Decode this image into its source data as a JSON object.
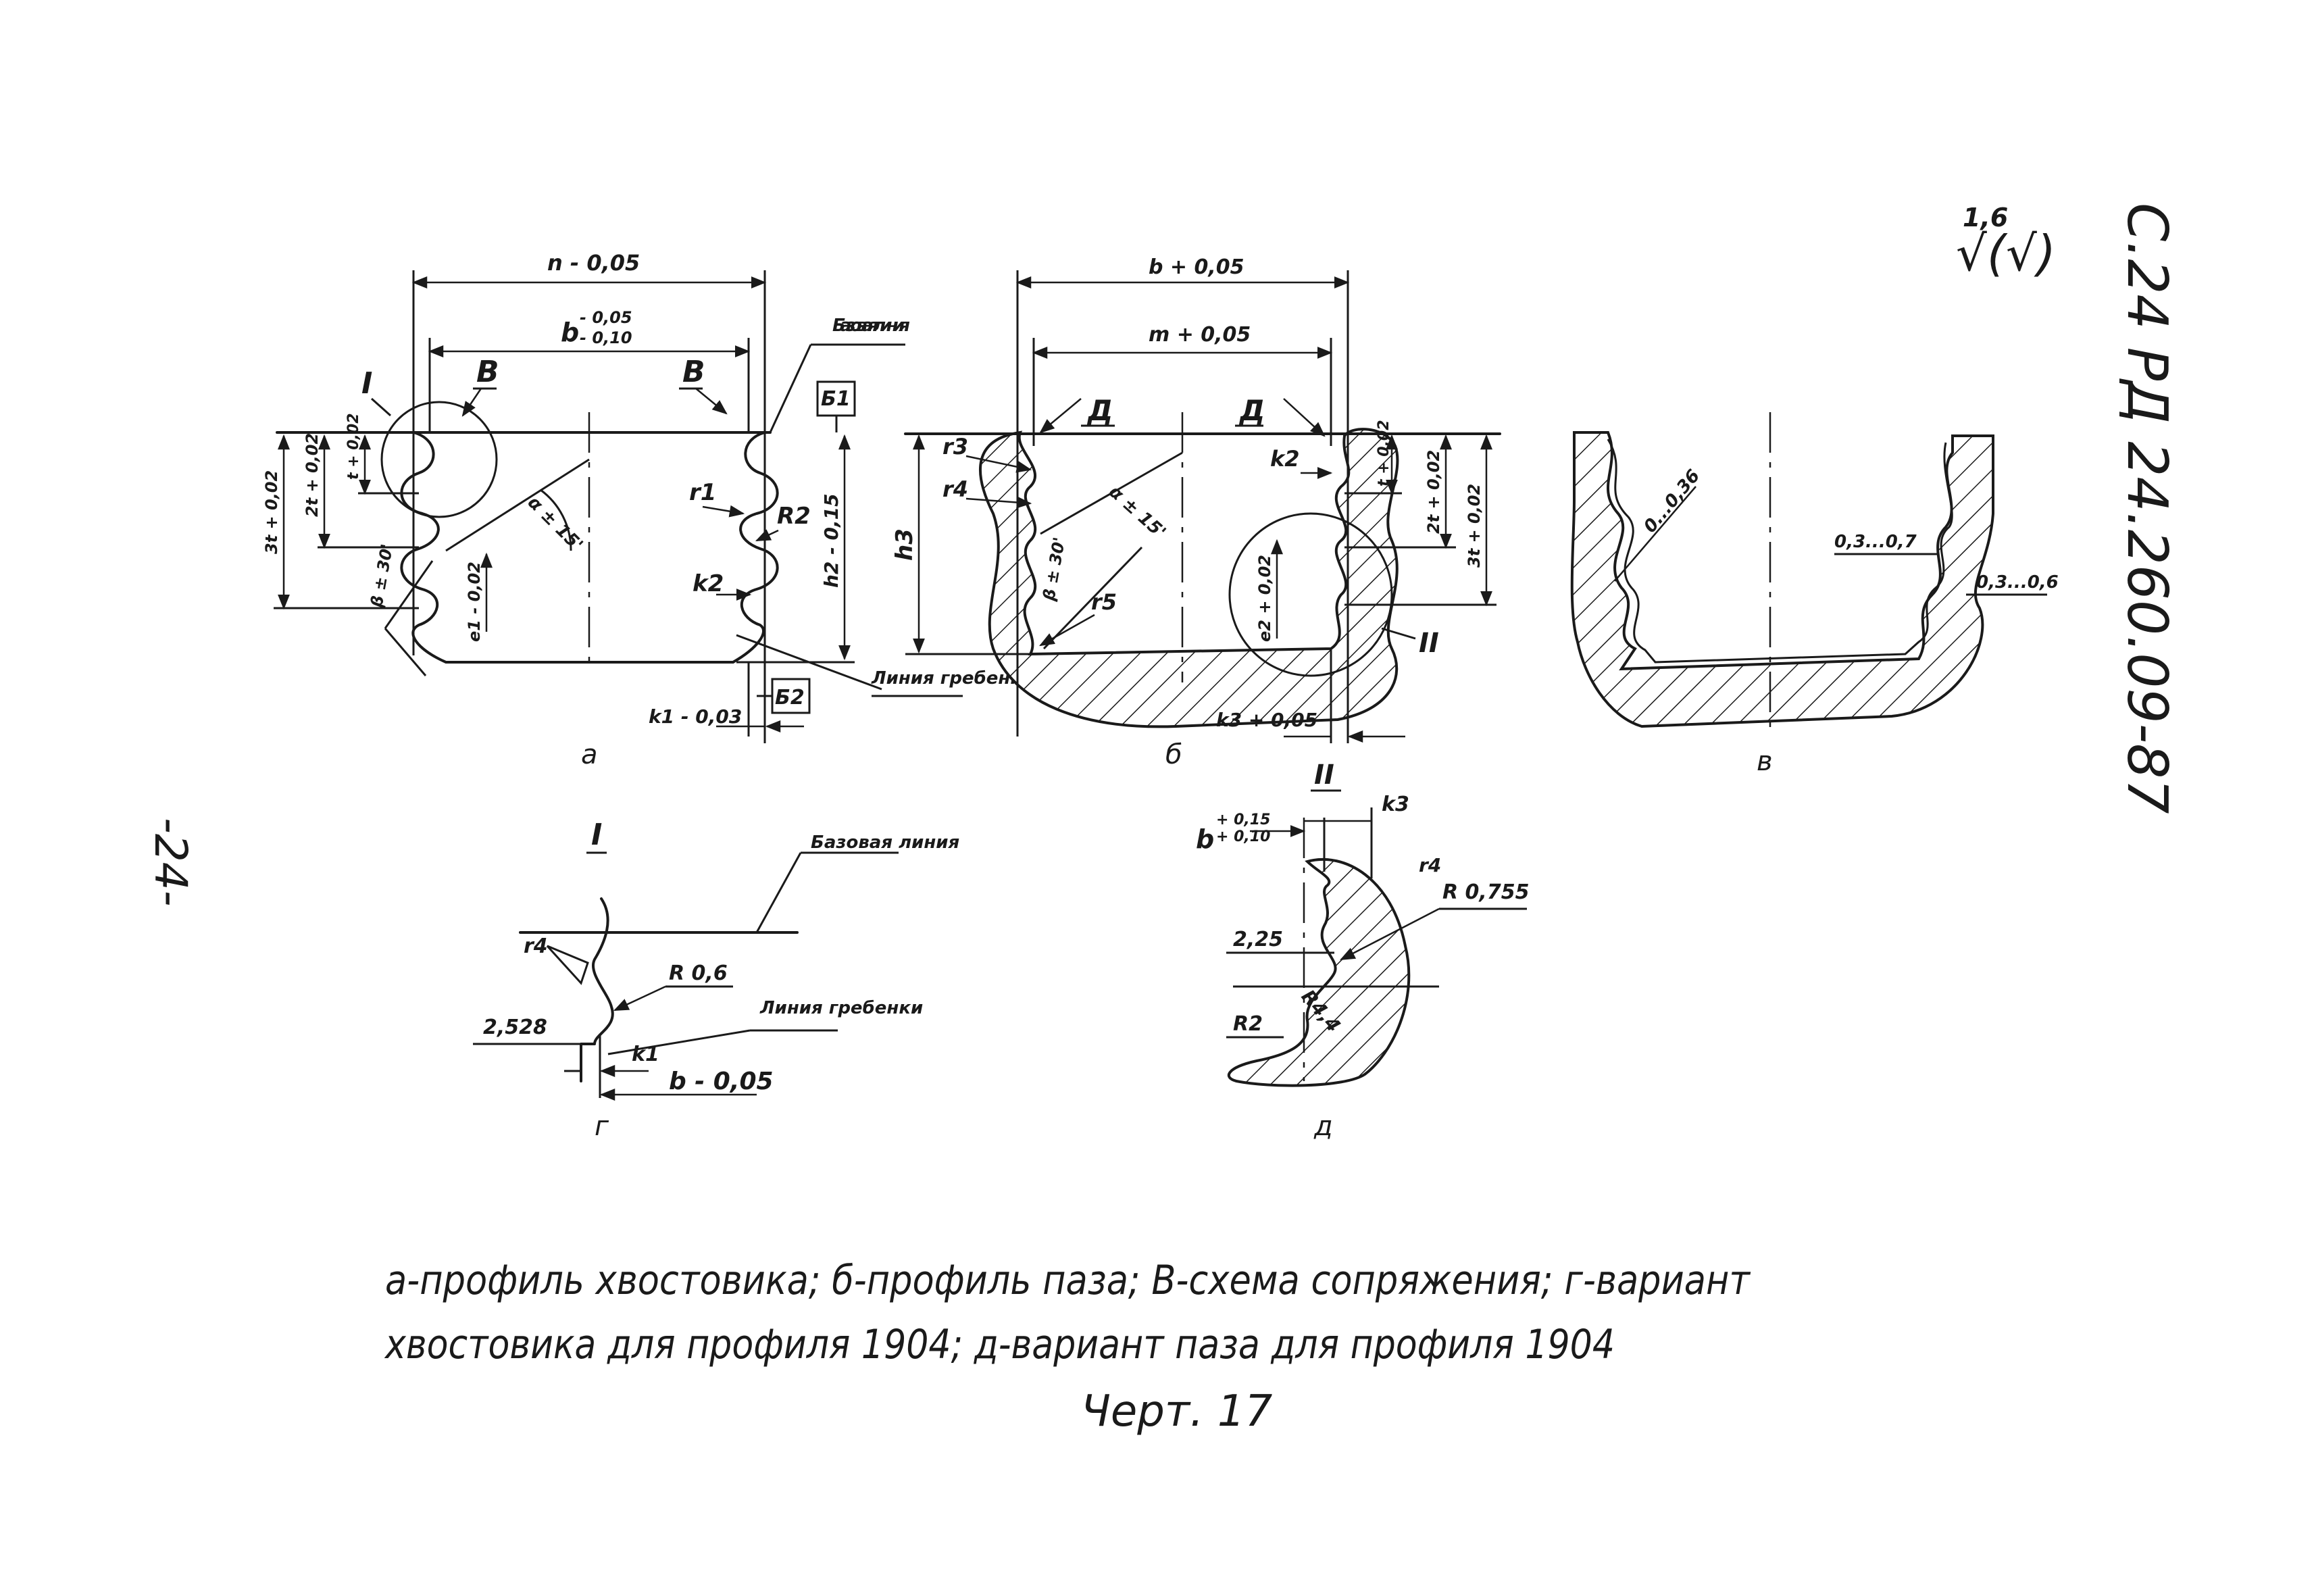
{
  "doc_code": "С.24 РД 24.260.09-87",
  "page_number": "-24-",
  "roughness": {
    "value": "1,6",
    "symbol": "√(√)"
  },
  "labels": {
    "n_dim": "n - 0,05",
    "b_dim_a": "b",
    "b_tol_a_upper": "- 0,05",
    "b_tol_a_lower": "- 0,10",
    "base_line": "Базовая линия",
    "comb_line": "Линия гребенки",
    "base_line_i": "Базовая линия",
    "comb_line_i": "Линия гребенки",
    "detail_I": "I",
    "detail_II": "II",
    "view_B_left": "В",
    "view_B_right": "В",
    "view_D_left": "Д",
    "view_D_right": "Д",
    "datum_B1": "Б1",
    "datum_B2": "Б2",
    "t_dim_a": "t + 0,02",
    "two_t_dim_a": "2t + 0,02",
    "three_t_dim_a": "3t + 0,02",
    "beta_a": "β ± 30'",
    "e1_dim": "e1 - 0,02",
    "alpha_a": "α ± 15'",
    "r1": "r1",
    "r2": "R2",
    "h2_dim": "h2 - 0,15",
    "k2_a": "k2",
    "k1_dim": "k1 - 0,03",
    "label_a": "а",
    "b_dim_b": "b + 0,05",
    "m_dim": "m + 0,05",
    "r3": "r3",
    "r4": "r4",
    "h3": "h3",
    "beta_b": "β ± 30'",
    "alpha_b": "α ± 15'",
    "r5": "r5",
    "e2_dim": "e2 + 0,02",
    "k2_b": "k2",
    "t_dim_b": "t + 0,02",
    "two_t_dim_b": "2t + 0,02",
    "three_t_dim_b": "3t + 0,02",
    "k3_dim": "k3 + 0,05",
    "label_b": "б",
    "gap_0_036": "0...0,36",
    "gap_03_07": "0,3...0,7",
    "gap_03_06": "0,3...0,6",
    "label_v": "в",
    "r4_g": "r4",
    "r06": "R 0,6",
    "dim_2528": "2,528",
    "k1_g": "k1",
    "b_005": "b - 0,05",
    "label_g": "г",
    "b_dim_d": "b",
    "b_tol_d_upper": "+ 0,15",
    "b_tol_d_lower": "+ 0,10",
    "k3_d": "k3",
    "r4_d": "r4",
    "r0755": "R 0,755",
    "dim_225": "2,25",
    "r44": "R4,4",
    "label_d": "д"
  },
  "caption": {
    "line1": "а-профиль хвостовика; б-профиль паза; В-схема сопряжения; г-вариант",
    "line2": "хвостовика для профиля 1904; д-вариант паза для профиля 1904",
    "figure": "Черт. 17"
  }
}
